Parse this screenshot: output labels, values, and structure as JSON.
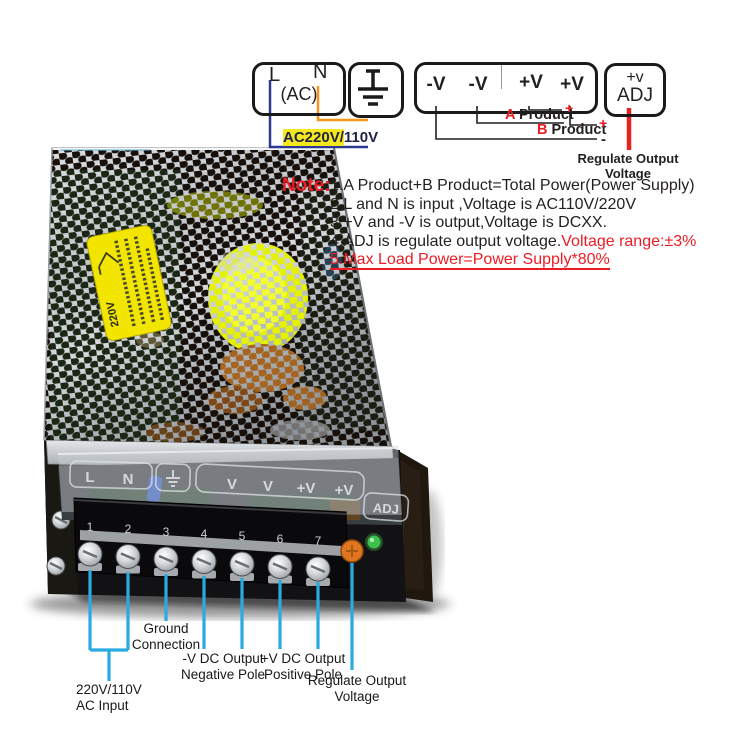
{
  "colors": {
    "red": "#ed1c24",
    "callout_blue": "#29abe2",
    "wire_navy": "#2b3990",
    "wire_orange": "#f7941d",
    "highlight_yellow": "#f5e71e",
    "warning_label_yellow": "#f2e600"
  },
  "terminal_boxes": {
    "ac": {
      "l": "L",
      "n": "N",
      "sub": "(AC)"
    },
    "dc": {
      "labels": [
        "-V",
        "-V",
        "+V",
        "+V"
      ]
    },
    "adj": {
      "line1": "+v",
      "line2": "ADJ"
    }
  },
  "ac_voltage_label": {
    "highlighted": "AC220V/",
    "rest": "110V"
  },
  "product_a": {
    "letter": "A",
    "word": "Product",
    "plus": "+"
  },
  "product_b": {
    "letter": "B",
    "word": "Product",
    "plus": "+",
    "minus": "-"
  },
  "regulate_top": {
    "line1": "Regulate Output",
    "line2": "Voltage"
  },
  "note": {
    "title": "Note:",
    "line1": "1.A Product+B Product=Total Power(Power Supply)",
    "line2": "2.L and N is input ,Voltage is AC110V/220V",
    "line3": "3.+V and -V is output,Voltage is DCXX.",
    "line4_black": "4.ADJ is regulate output voltage.",
    "line4_red": "Voltage range:±3%",
    "line5": "5.Max Load Power=Power Supply*80%"
  },
  "callouts": {
    "ground": {
      "line1": "Ground",
      "line2": "Connection"
    },
    "negative": {
      "line1": "-V DC Output",
      "line2": "Negative Pole"
    },
    "positive": {
      "line1": "+V DC Output",
      "line2": "Positive Pole"
    },
    "regulate": {
      "line1": "Regulate Output",
      "line2": "Voltage"
    },
    "ac_input": {
      "line1": "220V/110V",
      "line2": "AC Input"
    }
  },
  "psu": {
    "terminal_numbers": [
      "1",
      "2",
      "3",
      "4",
      "5",
      "6",
      "7"
    ],
    "embossed_labels": [
      "L",
      "N",
      "V",
      "V",
      "+V",
      "+V"
    ],
    "embossed_adj": "ADJ",
    "warning_label": "220V"
  }
}
